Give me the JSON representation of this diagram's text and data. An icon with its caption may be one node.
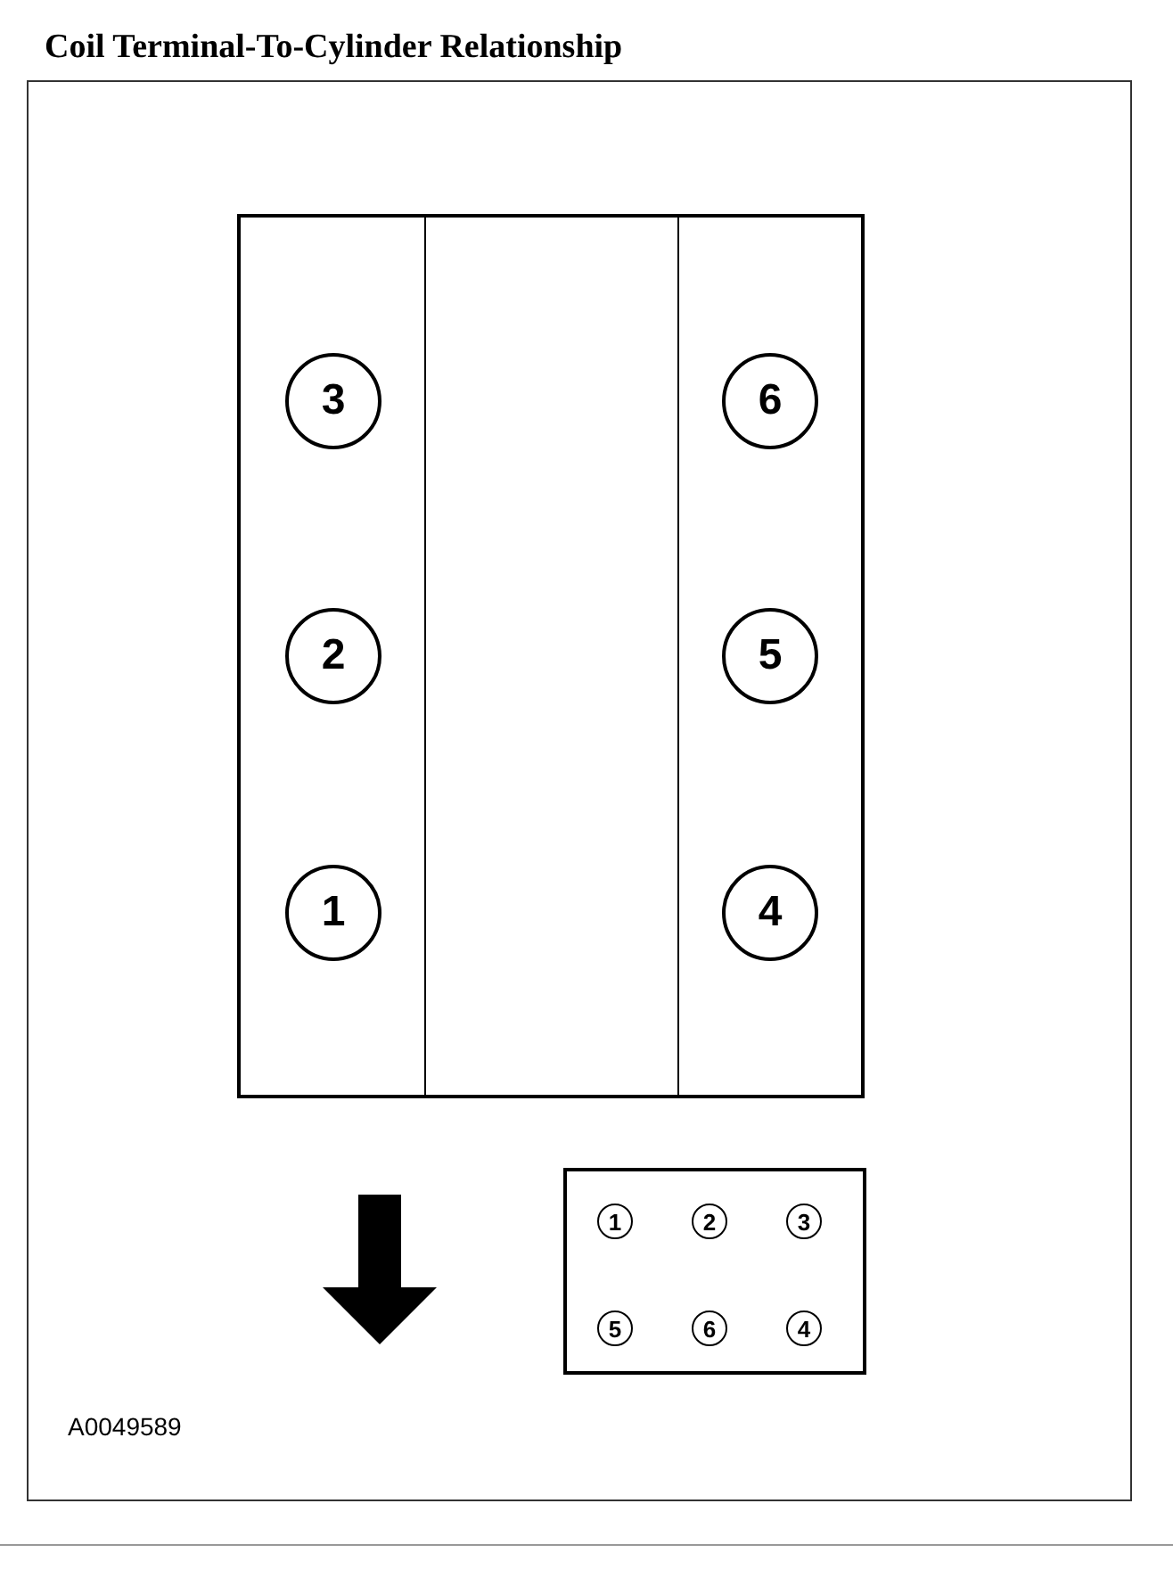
{
  "diagram": {
    "title": "Coil Terminal-To-Cylinder Relationship",
    "nodes": [
      {
        "text": [],
        "shape": "box"
      },
      {
        "text": [
          "3"
        ],
        "in": 0
      },
      {
        "text": [
          "6"
        ],
        "in": 0
      },
      {
        "text": [
          "2"
        ],
        "in": 0
      },
      {
        "text": [
          "5"
        ],
        "in": 0
      },
      {
        "text": [
          "1"
        ],
        "in": 0
      },
      {
        "text": [
          "4"
        ],
        "in": 0
      },
      {
        "text": [],
        "shape": "box"
      },
      {
        "text": [
          "1"
        ],
        "in": 7
      },
      {
        "text": [
          "2"
        ],
        "in": 7
      },
      {
        "text": [
          "3"
        ],
        "in": 7
      },
      {
        "text": [
          "5"
        ],
        "in": 7
      },
      {
        "text": [
          "6"
        ],
        "in": 7
      },
      {
        "text": [
          "4"
        ],
        "in": 7
      }
    ],
    "labels": [
      "A0049589"
    ]
  }
}
